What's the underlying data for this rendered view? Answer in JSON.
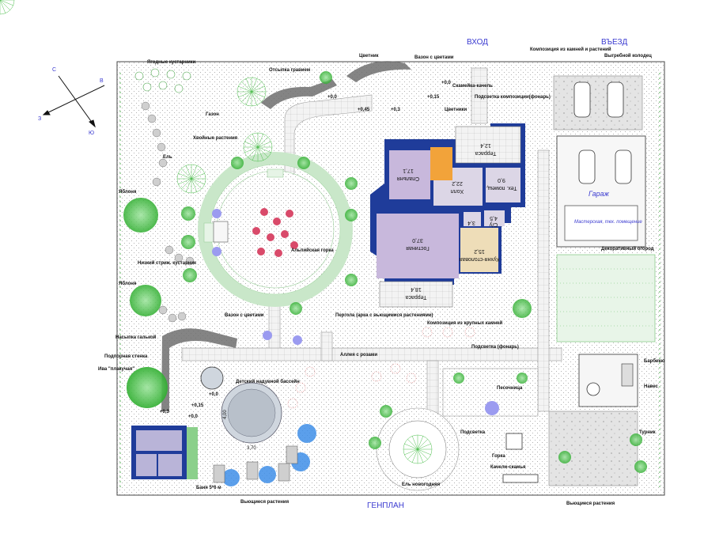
{
  "header": {
    "entrance": "ВХОД",
    "drive_in": "ВЪЕЗД",
    "footer_title": "ГЕНПЛАН"
  },
  "compass": {
    "n": "С",
    "s": "Ю",
    "e": "В",
    "w": "З"
  },
  "labels": {
    "berry_bushes": "Ягодные кустарники",
    "gravel_fill": "Отсыпка гравием",
    "lawn": "Газон",
    "conifers": "Хвойные растения",
    "spruce": "Ель",
    "apple_tree_1": "Яблоня",
    "low_bushes": "Низкий стриж. кустарник",
    "apple_tree_2": "Яблоня",
    "pebble_mound": "Насыпка галькой",
    "retaining_wall": "Подпорная стенка",
    "willow": "Ива \"плакучая\"",
    "pool": "Детский надувной бассейн",
    "alpine_hill": "Альпийская горка",
    "vase_flowers_1": "Вазон с цветами",
    "pergola": "Пергола (арка с вьющимися растениями)",
    "rose_alley": "Аллея с розами",
    "flower_bed": "Цветник",
    "vase_flowers_2": "Вазон с цветами",
    "stone_plant_composition": "Композиция из камней и растений",
    "pit_well": "Выгребной колодец",
    "swing_bench": "Скамейка-качель",
    "lighting_lanterns": "Подсветка композиции(фонарь)",
    "flower_bed_2": "Цветники",
    "big_stone_composition": "Композиция из крупных камней",
    "lighting_lantern": "Подсветка (фонарь)",
    "deco_garden": "Декоративный огород",
    "bbq": "Барбекю",
    "canopy": "Навес",
    "sandbox": "Песочница",
    "lighting": "Подсветка",
    "slide": "Горка",
    "swing_bench_2": "Качели-скамья",
    "horizontal_bar": "Турник",
    "christmas_tree": "Ель новогодняя",
    "bath": "Баня 5*6 м",
    "climbing_plants_1": "Вьющиеся растения",
    "climbing_plants_2": "Вьющиеся растения",
    "garage": "Гараж",
    "workshop": "Мастерская, тех. помещение"
  },
  "levels": [
    "+0,0",
    "+0,45",
    "+0,3",
    "+0,0",
    "+0,15",
    "+0,3",
    "+0,15",
    "+0,0",
    "+0,0"
  ],
  "pool_dims": {
    "w": "3,70",
    "h": "4,00"
  },
  "rooms": [
    {
      "name": "Спальня",
      "area": "17,1"
    },
    {
      "name": "Холл",
      "area": "22,2"
    },
    {
      "name": "Тех. помещ.",
      "area": "9,0"
    },
    {
      "name": "Терраса",
      "area": "12,4"
    },
    {
      "name": "Гостиная",
      "area": "37,0"
    },
    {
      "name": "Кухня-столовая",
      "area": "15,2"
    },
    {
      "name": "С/у",
      "area": "4,5"
    },
    {
      "name": "",
      "area": "3,4"
    },
    {
      "name": "Терраса",
      "area": "18,4"
    }
  ],
  "colors": {
    "wall": "#1f3c9a",
    "tree": "#3cbf3c",
    "conifer": "#4fbf4f",
    "gravel": "#7a7a7a",
    "pool": "#cfd6de",
    "umbrella": "#3f8fe8",
    "title_blue": "#3a3ad0"
  }
}
